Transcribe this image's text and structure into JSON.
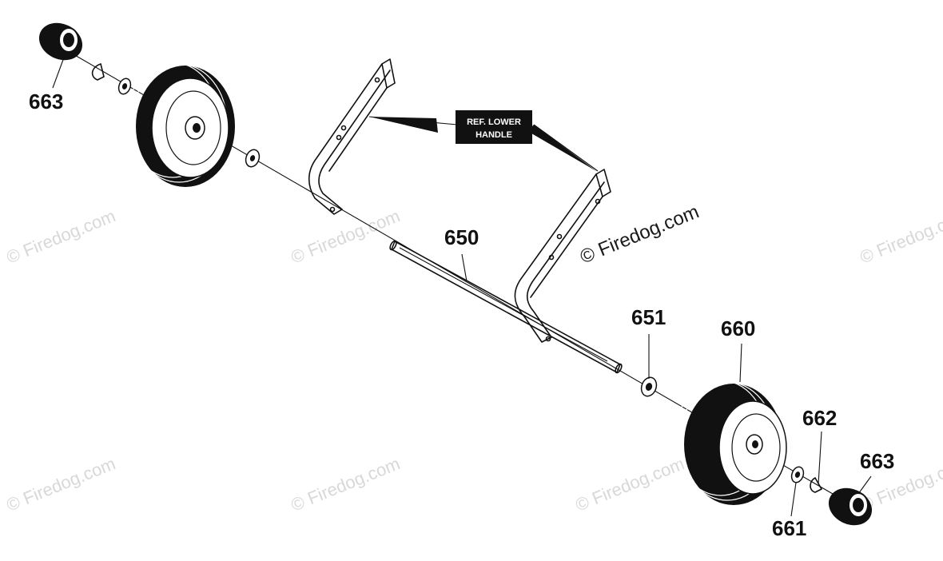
{
  "callouts": {
    "p663_top": "663",
    "p650": "650",
    "p651": "651",
    "p660": "660",
    "p662": "662",
    "p663_bottom": "663",
    "p661": "661"
  },
  "reference_box": {
    "line1": "REF. LOWER",
    "line2": "HANDLE"
  },
  "watermark": {
    "main": "© Firedog.com",
    "faint": "© Firedog.com"
  },
  "colors": {
    "ink": "#111111",
    "watermark": "#d8d8d8",
    "label_bg": "#111111"
  }
}
